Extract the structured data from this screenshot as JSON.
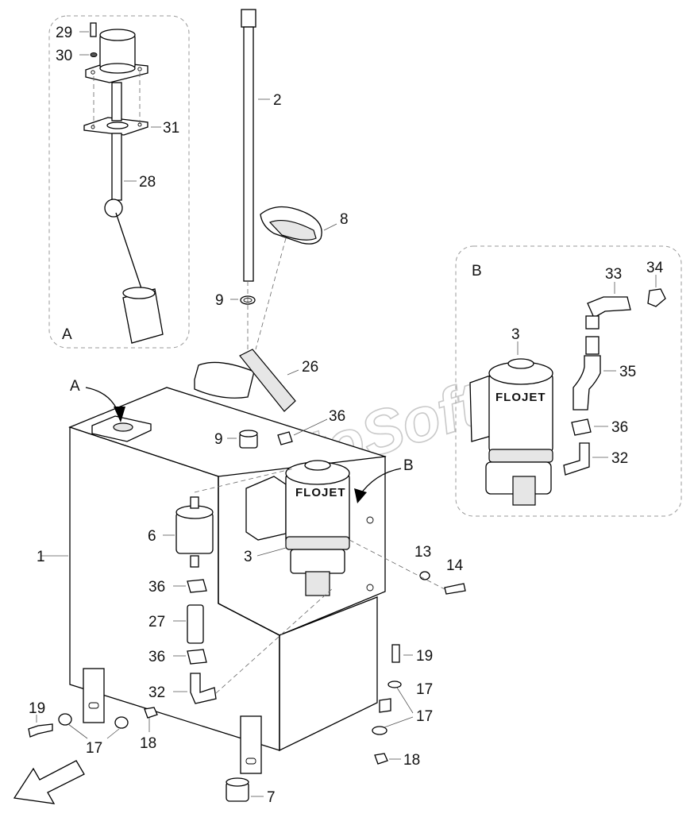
{
  "watermark": "AutoSoft",
  "brand_text": "FLOJET",
  "detail_labels": {
    "a": "A",
    "b": "B"
  },
  "callouts": [
    {
      "id": "c29",
      "text": "29"
    },
    {
      "id": "c30",
      "text": "30"
    },
    {
      "id": "c31",
      "text": "31"
    },
    {
      "id": "c28",
      "text": "28"
    },
    {
      "id": "cA_box",
      "text": "A"
    },
    {
      "id": "c2",
      "text": "2"
    },
    {
      "id": "c8",
      "text": "8"
    },
    {
      "id": "c9a",
      "text": "9"
    },
    {
      "id": "c26",
      "text": "26"
    },
    {
      "id": "c36a",
      "text": "36"
    },
    {
      "id": "c9b",
      "text": "9"
    },
    {
      "id": "cA_arrow",
      "text": "A"
    },
    {
      "id": "cB_arrow",
      "text": "B"
    },
    {
      "id": "c6",
      "text": "6"
    },
    {
      "id": "c1",
      "text": "1"
    },
    {
      "id": "c3a",
      "text": "3"
    },
    {
      "id": "c36b",
      "text": "36"
    },
    {
      "id": "c27",
      "text": "27"
    },
    {
      "id": "c36c",
      "text": "36"
    },
    {
      "id": "c32a",
      "text": "32"
    },
    {
      "id": "c13",
      "text": "13"
    },
    {
      "id": "c14",
      "text": "14"
    },
    {
      "id": "c19a",
      "text": "19"
    },
    {
      "id": "c17a",
      "text": "17"
    },
    {
      "id": "c17b",
      "text": "17"
    },
    {
      "id": "c18a",
      "text": "18"
    },
    {
      "id": "c19b",
      "text": "19"
    },
    {
      "id": "c17c",
      "text": "17"
    },
    {
      "id": "c18b",
      "text": "18"
    },
    {
      "id": "c7",
      "text": "7"
    },
    {
      "id": "cB_box",
      "text": "B"
    },
    {
      "id": "c33",
      "text": "33"
    },
    {
      "id": "c34",
      "text": "34"
    },
    {
      "id": "c3b",
      "text": "3"
    },
    {
      "id": "c35",
      "text": "35"
    },
    {
      "id": "c36d",
      "text": "36"
    },
    {
      "id": "c32b",
      "text": "32"
    }
  ]
}
